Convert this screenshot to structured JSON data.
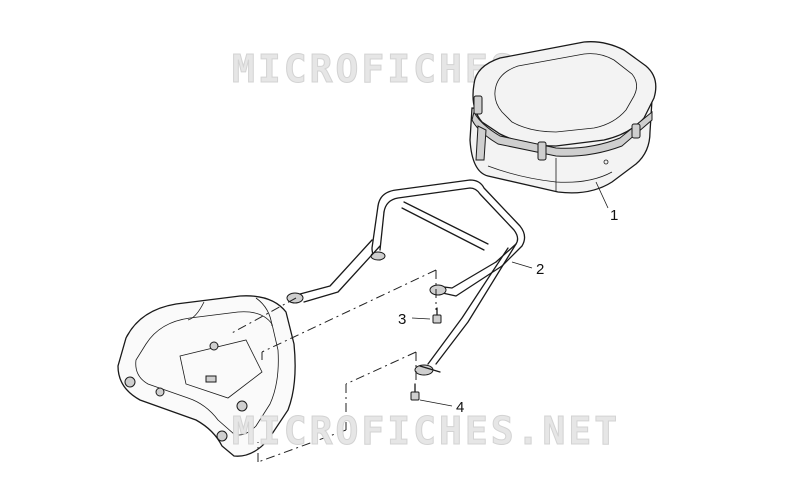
{
  "watermarks": {
    "top": "MICROFICHES.NET",
    "bottom": "MICROFICHES.NET"
  },
  "callouts": [
    {
      "id": "1",
      "part": "top-case-bag"
    },
    {
      "id": "2",
      "part": "luggage-rack-frame"
    },
    {
      "id": "3",
      "part": "screw-upper"
    },
    {
      "id": "4",
      "part": "screw-lower"
    }
  ],
  "colors": {
    "line": "#1a1a1a",
    "watermark": "#e6e6e6",
    "background": "#ffffff"
  }
}
